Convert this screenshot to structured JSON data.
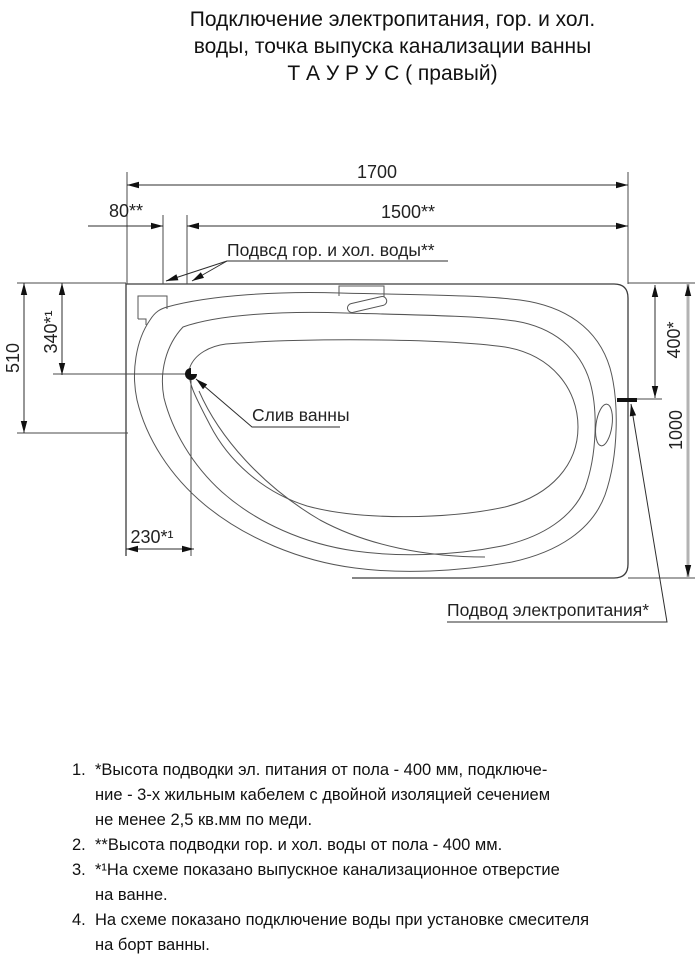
{
  "title": {
    "line1": "Подключение электропитания, гор. и хол.",
    "line2": "воды, точка выпуска канализации ванны",
    "line3": "Т А У Р У С ( правый)"
  },
  "drawing": {
    "dim_width_total": "1700",
    "dim_width_water": "1500**",
    "dim_water_gap": "80**",
    "dim_left_outer": "510",
    "dim_left_inner": "340*¹",
    "dim_right_inner": "400*",
    "dim_right_outer": "1000",
    "dim_drain_offset": "230*¹",
    "label_water": "Подвсд гор. и хол. воды**",
    "label_drain": "Слив ванны",
    "label_power": "Подвод электропитания*"
  },
  "colors": {
    "ink": "#1a1a1a",
    "thin_line": "#4a4a4a",
    "heavy_dim_line": "#b3b3b3"
  },
  "notes": [
    {
      "num": "1.",
      "lines": [
        "*Высота подводки эл. питания от пола - 400 мм, подключе-",
        "ние - 3-х жильным кабелем с двойной изоляцией сечением",
        "не менее 2,5 кв.мм по меди."
      ]
    },
    {
      "num": "2.",
      "lines": [
        "**Высота подводки гор. и хол. воды от пола - 400 мм."
      ]
    },
    {
      "num": "3.",
      "lines": [
        "*¹На схеме показано выпускное канализационное отверстие",
        "на ванне."
      ]
    },
    {
      "num": "4.",
      "lines": [
        "На схеме показано подключение воды при установке смесителя",
        "на борт ванны."
      ]
    }
  ]
}
